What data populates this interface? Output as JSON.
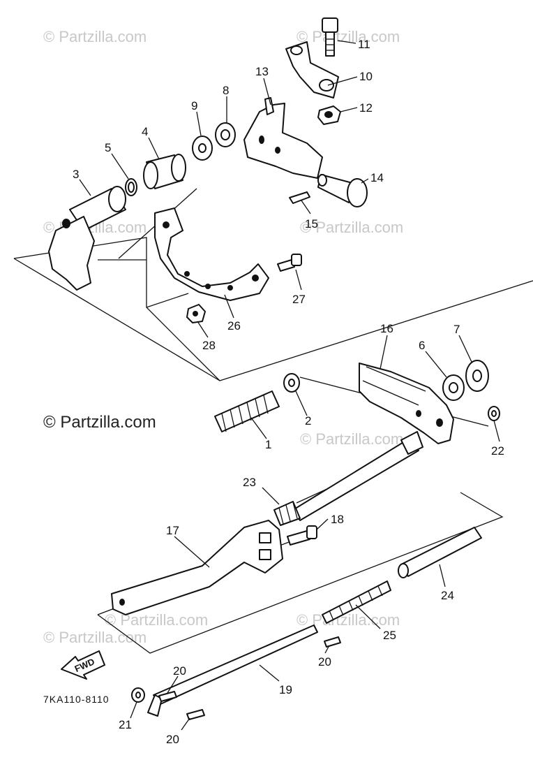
{
  "watermarks": [
    "© Partzilla.com",
    "© Partzilla.com",
    "© Partzilla.com",
    "© Partzilla.com",
    "© Partzilla.com",
    "© Partzilla.com",
    "© Partzilla.com",
    "© Partzilla.com",
    "© Partzilla.com"
  ],
  "diagram_code": "7KA110-8110",
  "fwd_label": "FWD",
  "callouts": {
    "p1": "1",
    "p2": "2",
    "p3": "3",
    "p4": "4",
    "p5": "5",
    "p6": "6",
    "p7": "7",
    "p8": "8",
    "p9": "9",
    "p10": "10",
    "p11": "11",
    "p12": "12",
    "p13": "13",
    "p14": "14",
    "p15": "15",
    "p16": "16",
    "p17": "17",
    "p18": "18",
    "p19": "19",
    "p20a": "20",
    "p20b": "20",
    "p20c": "20",
    "p21": "21",
    "p22": "22",
    "p23": "23",
    "p24": "24",
    "p25": "25",
    "p26": "26",
    "p27": "27",
    "p28": "28"
  }
}
